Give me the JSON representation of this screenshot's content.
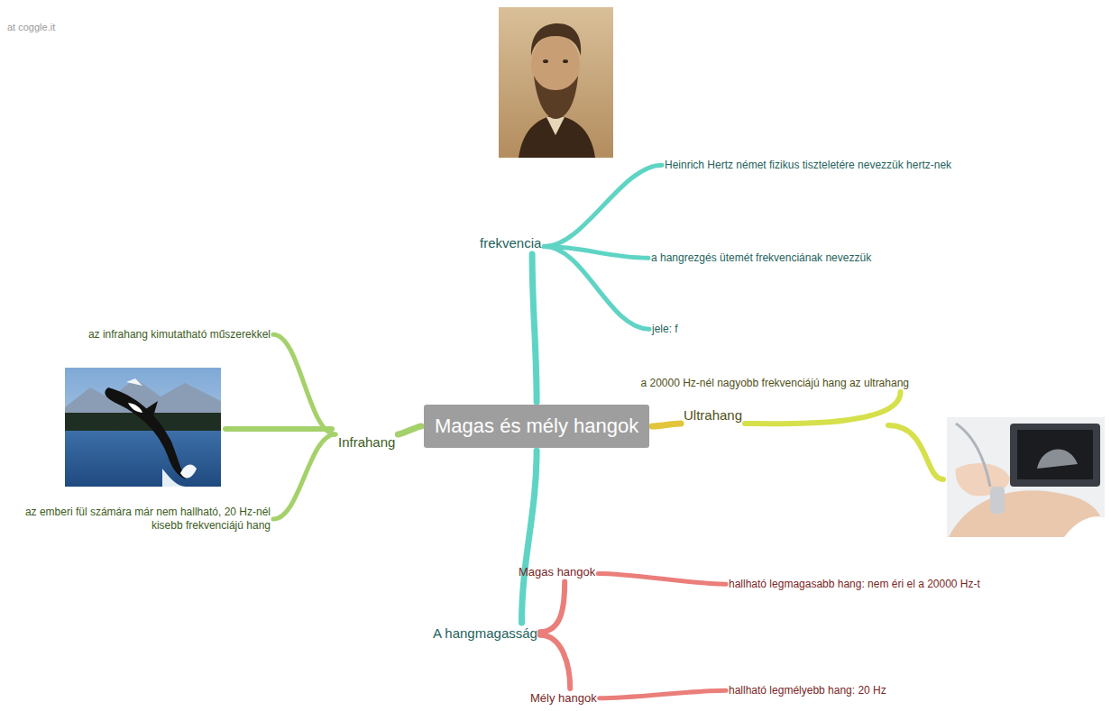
{
  "diagram": {
    "nodes": [
      {
        "text": [
          "Magas és mély hangok"
        ]
      },
      {
        "text": [
          "frekvencia"
        ]
      },
      {
        "text": [
          "Heinrich Hertz német fizikus tiszteletére nevezzük hertz-nek"
        ]
      },
      {
        "text": [
          "a hangrezgés ütemét frekvenciának nevezzük"
        ]
      },
      {
        "text": [
          "jele: f"
        ]
      },
      {
        "text": [
          "Infrahang"
        ]
      },
      {
        "text": [
          "az infrahang kimutatható műszerekkel"
        ]
      },
      {
        "text": [
          "az emberi fül számára már nem hallható, 20 Hz-nél kisebb frekvenciájú hang"
        ]
      },
      {
        "text": [
          "Ultrahang"
        ]
      },
      {
        "text": [
          "a 20000 Hz-nél nagyobb frekvenciájú hang az ultrahang"
        ]
      },
      {
        "text": [
          "A hangmagasság"
        ]
      },
      {
        "text": [
          "Magas hangok"
        ]
      },
      {
        "text": [
          "hallható legmagasabb hang: nem éri el a 20000 Hz-t"
        ]
      },
      {
        "text": [
          "Mély hangok"
        ]
      },
      {
        "text": [
          "hallható legmélyebb hang: 20 Hz"
        ]
      }
    ],
    "edges": [
      {
        "from": 0,
        "to": 1,
        "arrow": "none"
      },
      {
        "from": 1,
        "to": 2,
        "arrow": "none"
      },
      {
        "from": 1,
        "to": 3,
        "arrow": "none"
      },
      {
        "from": 1,
        "to": 4,
        "arrow": "none"
      },
      {
        "from": 0,
        "to": 5,
        "arrow": "none"
      },
      {
        "from": 5,
        "to": 6,
        "arrow": "none"
      },
      {
        "from": 5,
        "to": 7,
        "arrow": "none"
      },
      {
        "from": 0,
        "to": 8,
        "arrow": "none"
      },
      {
        "from": 8,
        "to": 9,
        "arrow": "none"
      },
      {
        "from": 0,
        "to": 10,
        "arrow": "none"
      },
      {
        "from": 10,
        "to": 11,
        "arrow": "none"
      },
      {
        "from": 11,
        "to": 12,
        "arrow": "none"
      },
      {
        "from": 10,
        "to": 13,
        "arrow": "none"
      },
      {
        "from": 13,
        "to": 14,
        "arrow": "none"
      }
    ],
    "labels": [
      "at coggle.it"
    ]
  }
}
